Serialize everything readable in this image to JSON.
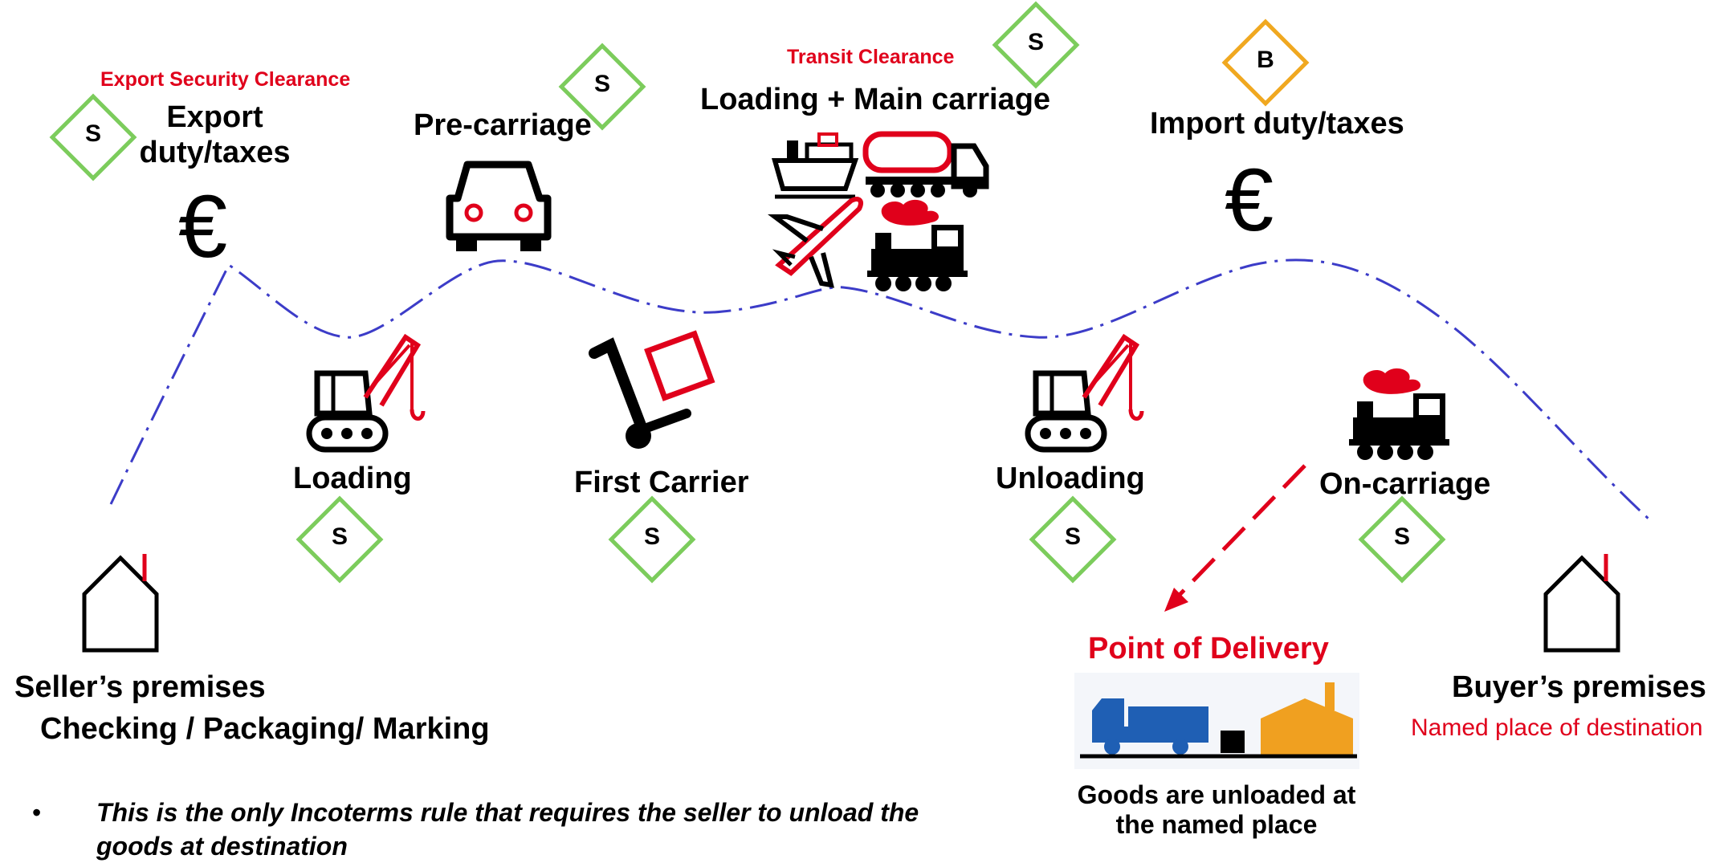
{
  "diagram": {
    "export_security_clearance": "Export Security Clearance",
    "export_duty": "Export\nduty/taxes",
    "pre_carriage": "Pre-carriage",
    "transit_clearance": "Transit Clearance",
    "loading_main_carriage": "Loading + Main carriage",
    "import_duty": "Import duty/taxes",
    "loading": "Loading",
    "first_carrier": "First Carrier",
    "unloading": "Unloading",
    "on_carriage": "On-carriage",
    "point_of_delivery": "Point of Delivery",
    "goods_unloaded": "Goods are unloaded at\nthe named place",
    "sellers_premises": "Seller’s premises",
    "checking": "Checking / Packaging/ Marking",
    "buyers_premises": "Buyer’s premises",
    "named_place": "Named place of destination",
    "euro_symbol": "€",
    "badge_seller": "S",
    "badge_buyer": "B",
    "note_bullet": "•",
    "note": "This is the only Incoterms rule that requires the seller to unload the goods at destination"
  },
  "colors": {
    "seller_badge": "#7ccc5c",
    "buyer_badge": "#f0a820",
    "route_line": "#3c3cc8",
    "accent_red": "#e0001b",
    "truck_blue": "#1f5fb4",
    "house_orange": "#f0a020"
  },
  "icons": [
    "house-icon",
    "crane-icon",
    "hand-truck-icon",
    "car-icon",
    "ship-icon",
    "tanker-truck-icon",
    "airplane-icon",
    "train-icon",
    "delivery-scene-icon",
    "arrow-icon"
  ]
}
